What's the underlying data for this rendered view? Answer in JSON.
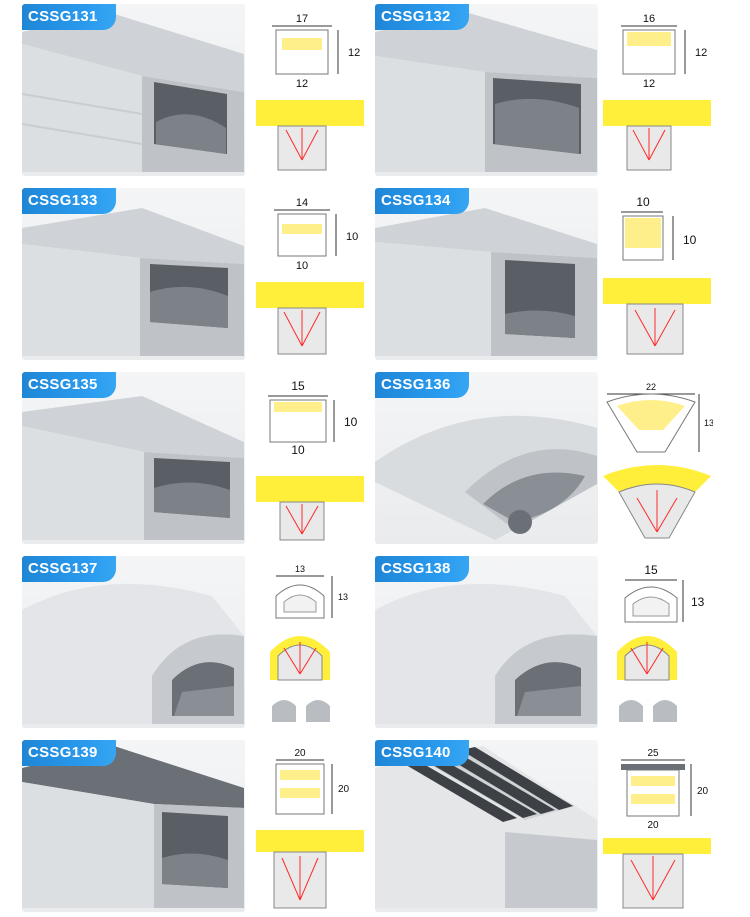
{
  "products": [
    {
      "model": "CSSG131",
      "top_width": "17",
      "bottom_width": "12",
      "height": "12"
    },
    {
      "model": "CSSG132",
      "top_width": "16",
      "bottom_width": "12",
      "height": "12"
    },
    {
      "model": "CSSG133",
      "top_width": "14",
      "bottom_width": "10",
      "height": "10"
    },
    {
      "model": "CSSG134",
      "top_width": "10",
      "bottom_width": "",
      "height": "10"
    },
    {
      "model": "CSSG135",
      "top_width": "15",
      "bottom_width": "10",
      "height": "10"
    },
    {
      "model": "CSSG136",
      "top_width": "22",
      "bottom_width": "",
      "height": "13"
    },
    {
      "model": "CSSG137",
      "top_width": "13",
      "bottom_width": "",
      "height": "13"
    },
    {
      "model": "CSSG138",
      "top_width": "15",
      "bottom_width": "",
      "height": "13"
    },
    {
      "model": "CSSG139",
      "top_width": "20",
      "bottom_width": "",
      "height": "20"
    },
    {
      "model": "CSSG140",
      "top_width": "25",
      "bottom_width": "20",
      "height": "20"
    }
  ],
  "colors": {
    "label_blue": "#2a9bef",
    "glow_yellow": "#ffef3a",
    "light_red": "#ff2a2a",
    "profile_grey": "#a9adb2"
  }
}
